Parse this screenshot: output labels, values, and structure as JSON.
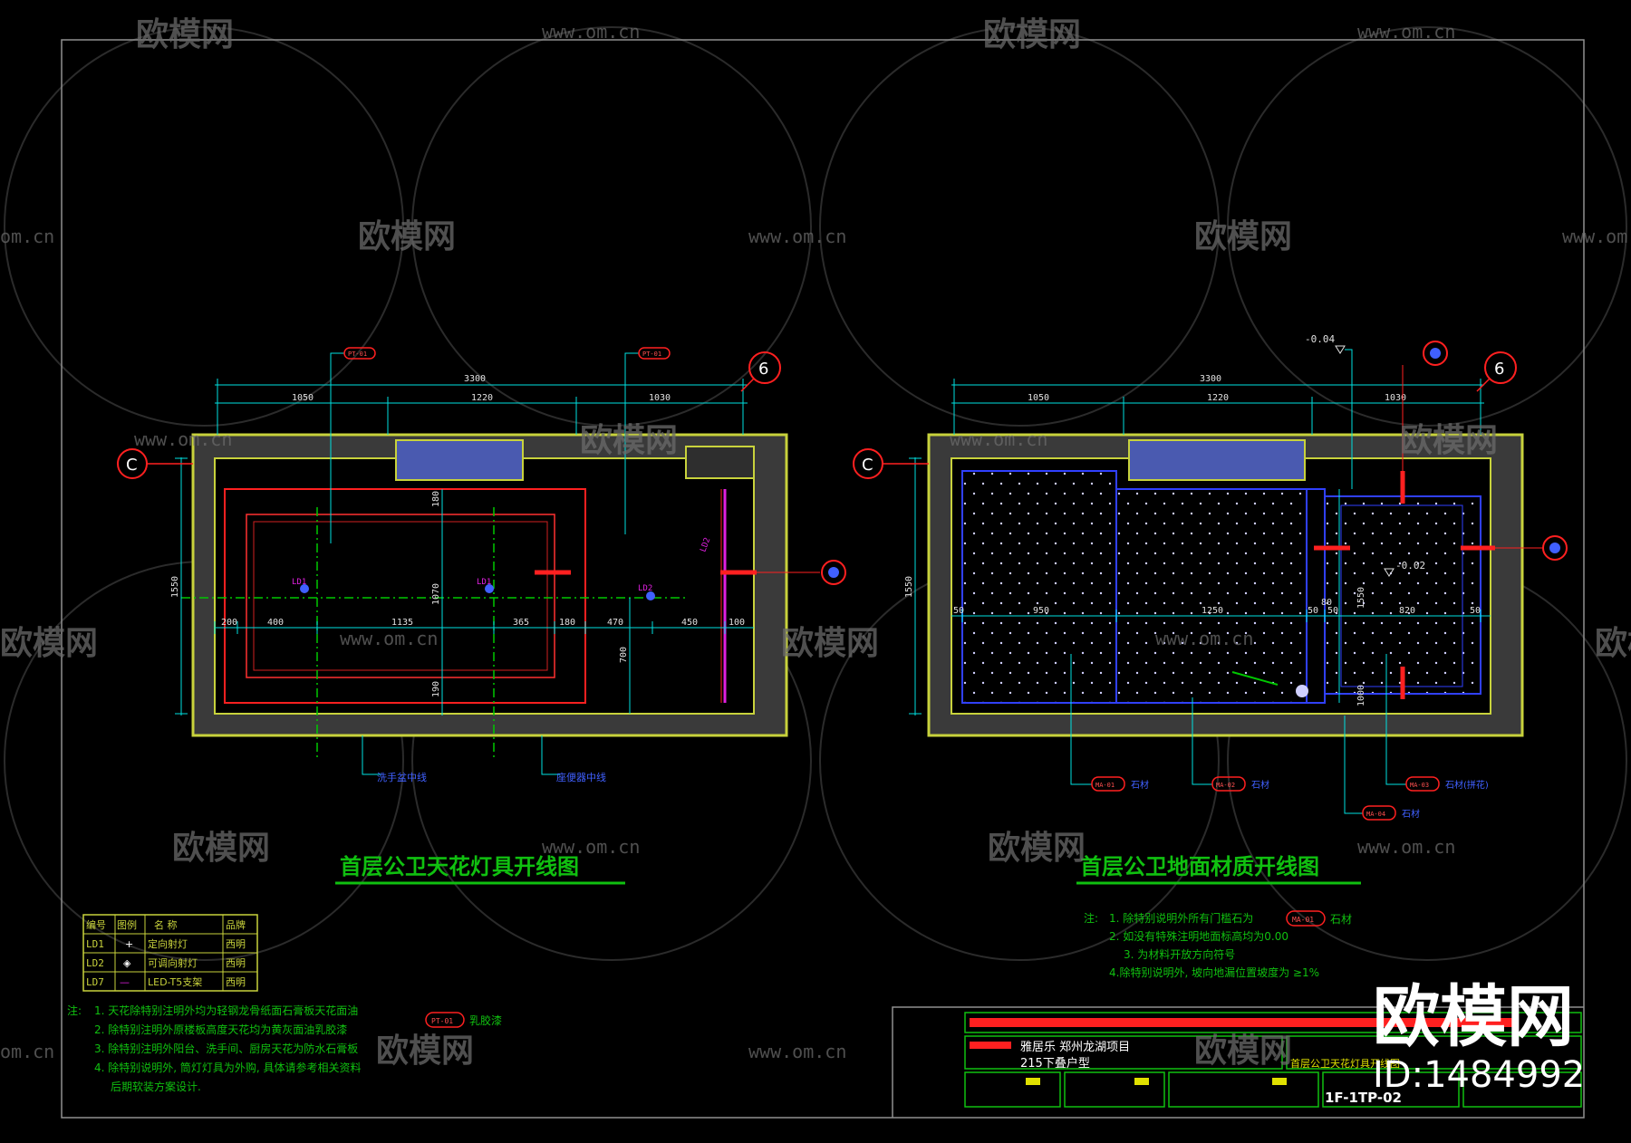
{
  "watermark": {
    "logo_text": "欧模网",
    "url_text": "www.om.cn",
    "url_fragment": "om.cn",
    "logo_fragment": "欧模网"
  },
  "brand": {
    "text": "欧模网",
    "id_label": "ID:1484992"
  },
  "left_plan": {
    "title": "首层公卫天花灯具开线图",
    "dim_total": "3300",
    "dim_segments": [
      "1050",
      "1220",
      "1030"
    ],
    "dim_height": "1550",
    "dim_row": [
      "200",
      "400",
      "1135",
      "365",
      "180",
      "470",
      "450",
      "100"
    ],
    "dim_v": [
      "180",
      "1070",
      "190",
      "700"
    ],
    "axis_c": "C",
    "axis_6": "6",
    "tag_a": "PT-01",
    "tag_b": "PT-01",
    "led_labels": [
      "LD1",
      "LD1",
      "LD2",
      "LD2"
    ],
    "bottom_callouts": [
      "洗手盆中线",
      "座便器中线"
    ]
  },
  "right_plan": {
    "title": "首层公卫地面材质开线图",
    "dim_total": "3300",
    "dim_segments": [
      "1050",
      "1220",
      "1030"
    ],
    "dim_height": "1550",
    "dim_row": [
      "50",
      "950",
      "1250",
      "50",
      "50",
      "820",
      "50"
    ],
    "dim_v": [
      "1550",
      "1000",
      "80"
    ],
    "level_top": "-0.04",
    "level_mid": "-0.02",
    "axis_c": "C",
    "axis_6": "6",
    "callouts": [
      {
        "tag": "MA-01",
        "text": "石材"
      },
      {
        "tag": "MA-02",
        "text": "石材"
      },
      {
        "tag": "MA-03",
        "text": "石材(拼花)"
      },
      {
        "tag": "MA-04",
        "text": "石材"
      }
    ]
  },
  "legend": {
    "headers": [
      "编号",
      "图例",
      "名 称",
      "品牌"
    ],
    "rows": [
      {
        "code": "LD1",
        "symbol": "+",
        "name": "定向射灯",
        "brand": "西明"
      },
      {
        "code": "LD2",
        "symbol": "◈",
        "name": "可调向射灯",
        "brand": "西明"
      },
      {
        "code": "LD7",
        "symbol": "—",
        "name": "LED-T5支架",
        "brand": "西明"
      }
    ]
  },
  "left_notes": {
    "prefix": "注:",
    "lines": [
      "1. 天花除特别注明外均为轻钢龙骨纸面石膏板天花面油",
      "2. 除特别注明外原楼板高度天花均为黄灰面油乳胶漆",
      "3. 除特别注明外阳台、洗手间、厨房天花为防水石膏板",
      "4. 除特别说明外, 筒灯灯具为外购, 具体请参考相关资料",
      "后期软装方案设计."
    ],
    "tag": "PT-01",
    "tag_suffix": "乳胶漆"
  },
  "right_notes": {
    "prefix": "注:",
    "lines": [
      "1. 除特别说明外所有门槛石为",
      "2. 如没有特殊注明地面标高均为0.00",
      "3. 为材料开放方向符号",
      "4.除特别说明外, 坡向地漏位置坡度为 ≥1%"
    ],
    "tag": "MA-01",
    "tag_suffix": "石材"
  },
  "title_block": {
    "company": "雅居乐 郑州龙湖项目",
    "unit_type": "215下叠户型",
    "drawing_title": "首层公卫天花灯具开线图",
    "drawing_no": "1F-1TP-02"
  },
  "colors": {
    "wall": "#c8d23c",
    "wall_fill": "#3c3c3c",
    "dim": "#00e0e0",
    "red": "#ff2020",
    "green": "#00c800",
    "blue": "#4060ff",
    "magenta": "#e020e0",
    "title": "#10c010"
  }
}
